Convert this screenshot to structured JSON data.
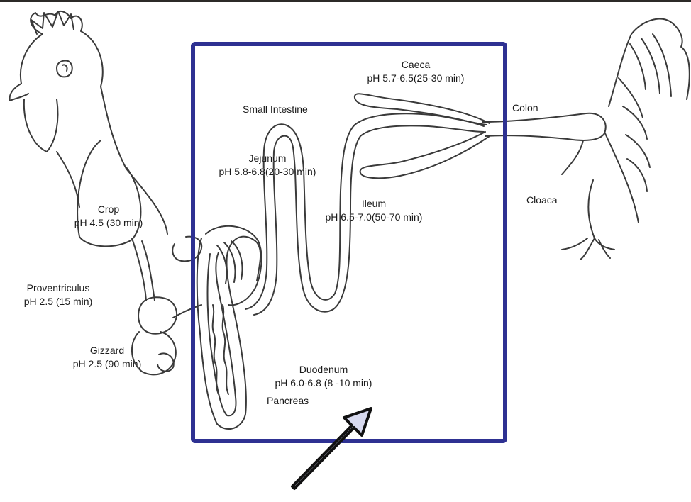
{
  "labels": {
    "caeca": {
      "name": "Caeca",
      "ph": "pH 5.7-6.5(25-30 min)"
    },
    "colon": {
      "name": "Colon"
    },
    "small_intestine": {
      "name": "Small Intestine"
    },
    "jejunum": {
      "name": "Jejunum",
      "ph": "pH 5.8-6.8(20-30 min)"
    },
    "ileum": {
      "name": "Ileum",
      "ph": "pH 6.5-7.0(50-70 min)"
    },
    "cloaca": {
      "name": "Cloaca"
    },
    "crop": {
      "name": "Crop",
      "ph": "pH 4.5 (30 min)"
    },
    "proventriculus": {
      "name": "Proventriculus",
      "ph": "pH 2.5 (15 min)"
    },
    "gizzard": {
      "name": "Gizzard",
      "ph": "pH 2.5 (90 min)"
    },
    "duodenum": {
      "name": "Duodenum",
      "ph": "pH 6.0-6.8 (8 -10 min)"
    },
    "pancreas": {
      "name": "Pancreas"
    }
  },
  "colors": {
    "highlight_box": "#2e3192",
    "arrow_fill": "#d7d9ee",
    "line": "#3a3a3a"
  }
}
